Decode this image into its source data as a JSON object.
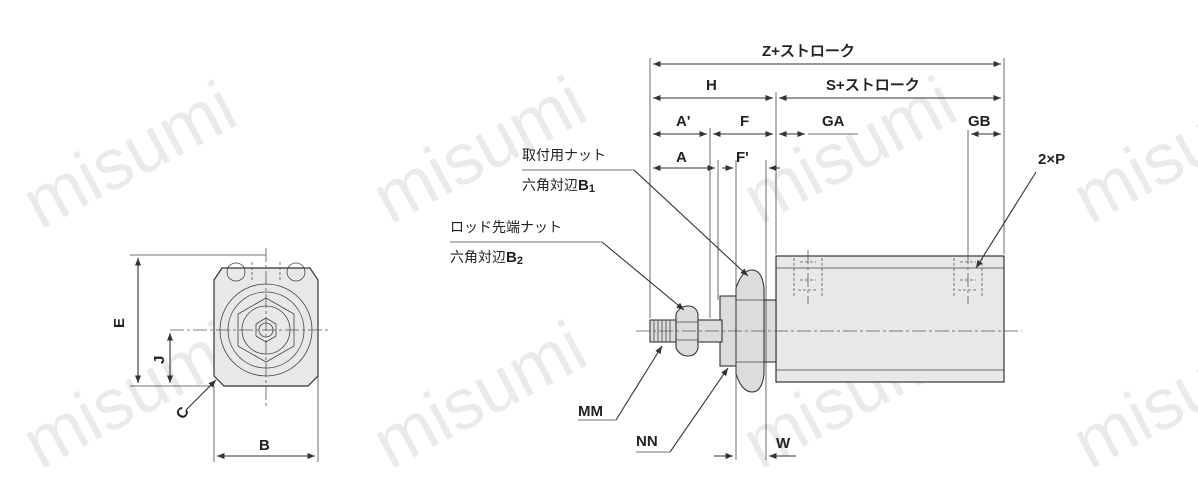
{
  "watermark": "misumi",
  "dims": {
    "z_stroke": "Z+ストローク",
    "h": "H",
    "s_stroke": "S+ストローク",
    "a_prime": "A'",
    "f": "F",
    "ga": "GA",
    "gb": "GB",
    "a": "A",
    "f_prime": "F'",
    "two_p": "2×P",
    "e": "E",
    "j": "J",
    "c": "C",
    "b": "B",
    "mm": "MM",
    "nn": "NN",
    "w": "W"
  },
  "labels": {
    "mount_nut": "取付用ナット",
    "hex_b1_prefix": "六角対辺",
    "b1": "B",
    "b1_sub": "1",
    "rod_end_nut": "ロッド先端ナット",
    "hex_b2_prefix": "六角対辺",
    "b2": "B",
    "b2_sub": "2"
  }
}
